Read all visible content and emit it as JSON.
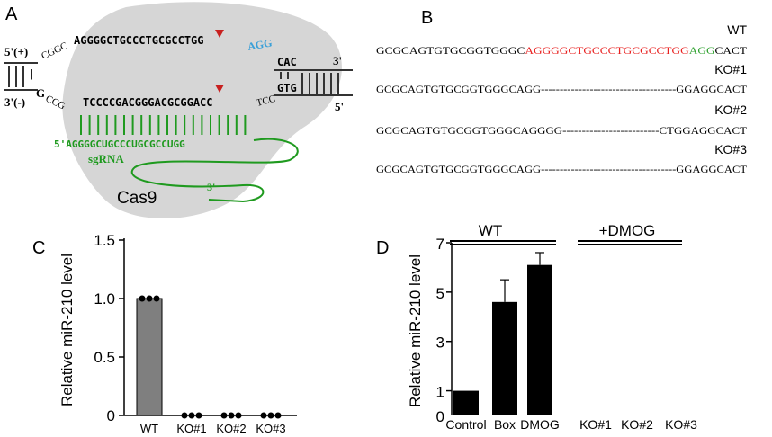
{
  "panels": {
    "a": "A",
    "b": "B",
    "c": "C",
    "d": "D"
  },
  "panel_a": {
    "strand_plus_5": "5'(+)",
    "strand_minus_3": "3'(-)",
    "strand_right_3": "3'",
    "strand_right_5": "5'",
    "top_left_curl": "CGGC",
    "top_seq": "AGGGGCTGCCCTGCGCCTGG",
    "pam": "AGG",
    "top_right": "CAC",
    "bottom_left_g": "G",
    "bottom_left_curl": "CCG",
    "bottom_seq": "TCCCCGACGGGACGCGGACC",
    "bottom_right_curl": "TCC",
    "bottom_right": "GTG",
    "sgrna_seq": "5'AGGGGCUGCCCUGCGCCUGG",
    "sgrna_label": "sgRNA",
    "sgrna_3": "3'",
    "cas9": "Cas9",
    "left_pair_g1": "|",
    "left_pair_g2": "G",
    "colors": {
      "blob": "#d6d6d6",
      "green": "#1f9a1f",
      "pam": "#3aa0d8",
      "arrow": "#c8201f"
    }
  },
  "panel_b": {
    "rows": [
      {
        "label": "WT",
        "seq_a": "GCGCAGTGTGCGGTGGGC",
        "seq_red": "AGGGGCTGCCCTGCGCCTGG",
        "seq_green": "AGG",
        "seq_b": "CACT"
      },
      {
        "label": "KO#1",
        "seq_a": "GCGCAGTGTGCGGTGGGCAGG",
        "seq_dash": "------------------------------------",
        "seq_b": "GGAGGCACT"
      },
      {
        "label": "KO#2",
        "seq_a": "GCGCAGTGTGCGGTGGGCAGGGG",
        "seq_dash": "-------------------------",
        "seq_b": "CTGGAGGCACT"
      },
      {
        "label": "KO#3",
        "seq_a": "GCGCAGTGTGCGGTGGGCAGG",
        "seq_dash": "------------------------------------",
        "seq_b": "GGAGGCACT"
      }
    ],
    "colors": {
      "red": "#e8201f",
      "green": "#2ea02e"
    }
  },
  "chart_data": [
    {
      "type": "bar",
      "panel": "C",
      "ylabel": "Relative miR-210 level",
      "categories": [
        "WT",
        "KO#1",
        "KO#2",
        "KO#3"
      ],
      "values": [
        1.0,
        0.0,
        0.0,
        0.0
      ],
      "ylim": [
        0,
        1.5
      ],
      "yticks": [
        "0",
        "0.5",
        "1.0",
        "1.5"
      ],
      "ytick_values": [
        0,
        0.5,
        1.0,
        1.5
      ],
      "bar_color": "#7f7f7f",
      "points": [
        [
          1.0,
          1.0,
          1.0
        ],
        [
          0,
          0,
          0
        ],
        [
          0,
          0,
          0
        ],
        [
          0,
          0,
          0
        ]
      ]
    },
    {
      "type": "bar",
      "panel": "D",
      "ylabel": "Relative miR-210 level",
      "categories": [
        "Control",
        "Box",
        "DMOG",
        "KO#1",
        "KO#2",
        "KO#3"
      ],
      "values": [
        1.0,
        4.6,
        6.1,
        0,
        0,
        0
      ],
      "errors": [
        0,
        0.9,
        0.5,
        0,
        0,
        0
      ],
      "ylim": [
        0,
        7
      ],
      "yticks": [
        "0",
        "1",
        "3",
        "5",
        "7"
      ],
      "ytick_values": [
        0,
        1,
        3,
        5,
        7
      ],
      "bar_color": "#000000",
      "groups": [
        {
          "label": "WT"
        },
        {
          "label": "+DMOG"
        }
      ]
    }
  ]
}
